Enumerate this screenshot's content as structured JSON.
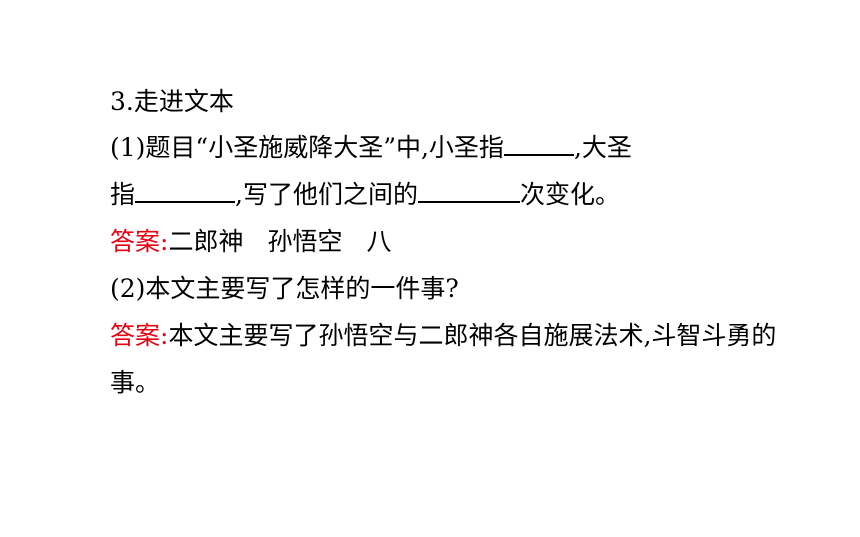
{
  "section_heading": "3.走进文本",
  "q1": {
    "part_a": "(1)题目“小圣施威降大圣”中,小圣指",
    "part_b": ",大圣",
    "part_c": "指",
    "part_d": ",写了他们之间的",
    "part_e": "次变化。"
  },
  "a1": {
    "label": "答案:",
    "item1": "二郎神",
    "item2": "孙悟空",
    "item3": "八"
  },
  "q2": {
    "text": "(2)本文主要写了怎样的一件事?"
  },
  "a2": {
    "label": "答案:",
    "text_line1": "本文主要写了孙悟空与二郎神各自施展法术,斗智斗勇的",
    "text_line2": "事。"
  },
  "colors": {
    "answer_label": "#e60012",
    "text": "#000000",
    "background": "#ffffff"
  }
}
